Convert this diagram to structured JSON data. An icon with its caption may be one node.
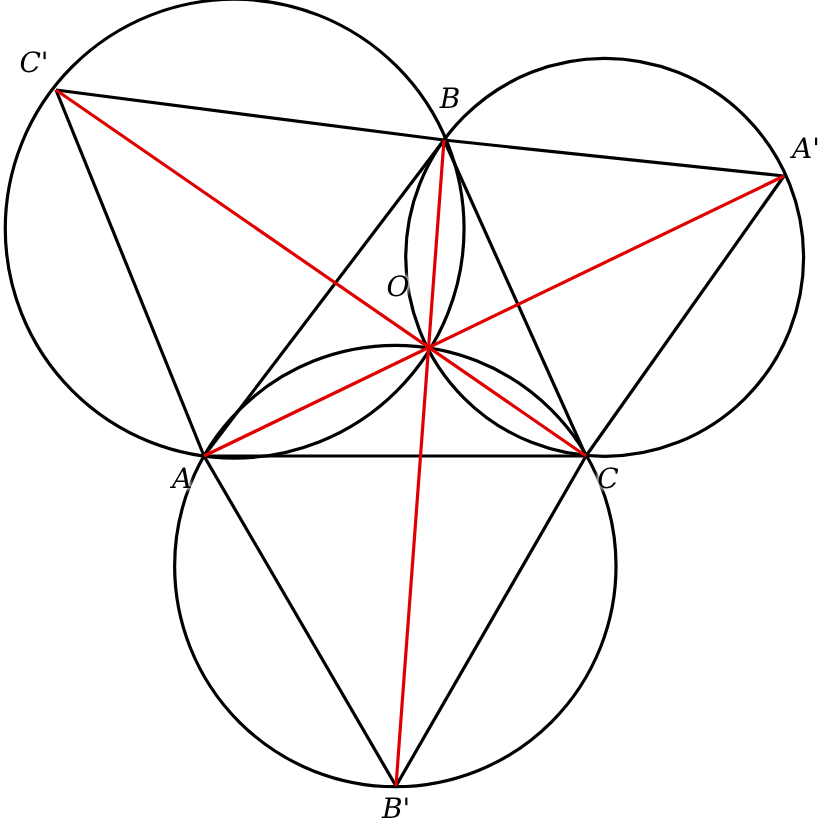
{
  "diagram": {
    "nodes": [
      {
        "text": [
          "C'"
        ]
      },
      {
        "text": [
          "B"
        ]
      },
      {
        "text": [
          "A'"
        ]
      },
      {
        "text": [
          "O"
        ]
      },
      {
        "text": [
          "A"
        ]
      },
      {
        "text": [
          "C"
        ]
      },
      {
        "text": [
          "B'"
        ]
      }
    ],
    "edges": [
      {
        "from": 0,
        "to": 1,
        "arrow": "none"
      },
      {
        "from": 1,
        "to": 2,
        "arrow": "none"
      },
      {
        "from": 0,
        "to": 4,
        "arrow": "none"
      },
      {
        "from": 4,
        "to": 1,
        "arrow": "none"
      },
      {
        "from": 1,
        "to": 5,
        "arrow": "none"
      },
      {
        "from": 2,
        "to": 5,
        "arrow": "none"
      },
      {
        "from": 4,
        "to": 5,
        "arrow": "none"
      },
      {
        "from": 4,
        "to": 6,
        "arrow": "none"
      },
      {
        "from": 6,
        "to": 5,
        "arrow": "none"
      },
      {
        "from": 0,
        "to": 5,
        "arrow": "none",
        "color": "#e00000"
      },
      {
        "from": 2,
        "to": 4,
        "arrow": "none",
        "color": "#e00000"
      },
      {
        "from": 1,
        "to": 6,
        "arrow": "none",
        "color": "#e00000"
      }
    ]
  }
}
